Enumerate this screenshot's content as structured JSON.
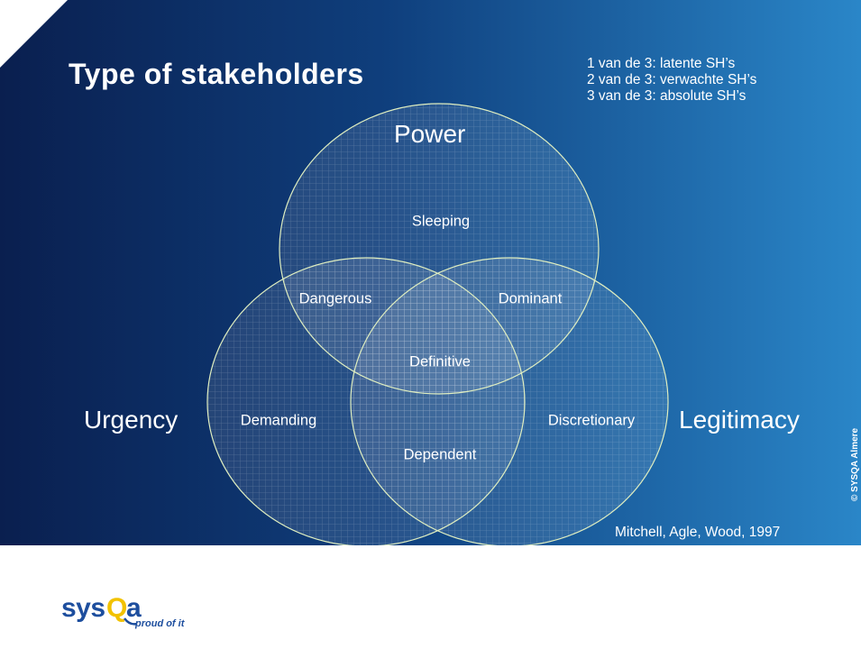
{
  "slide": {
    "title": "Type of stakeholders",
    "legend": [
      "1 van de 3: latente SH’s",
      "2 van de 3: verwachte SH’s",
      "3 van de 3: absolute SH’s"
    ],
    "sets": {
      "power": "Power",
      "urgency": "Urgency",
      "legitimacy": "Legitimacy"
    },
    "regions": {
      "sleeping": "Sleeping",
      "dangerous": "Dangerous",
      "dominant": "Dominant",
      "definitive": "Definitive",
      "demanding": "Demanding",
      "discretionary": "Discretionary",
      "dependent": "Dependent"
    },
    "citation": "Mitchell, Agle, Wood, 1997",
    "copyright": "© SYSQA Almere"
  },
  "logo": {
    "brand": "sysQa",
    "tagline": "proud of it"
  },
  "colors": {
    "gradient_dark": "#0a1f4f",
    "gradient_light": "#2a86c8",
    "text": "#ffffff",
    "circle_outline": "#dfeec0",
    "logo_blue": "#1d4e9e",
    "logo_yellow": "#f2c200"
  }
}
